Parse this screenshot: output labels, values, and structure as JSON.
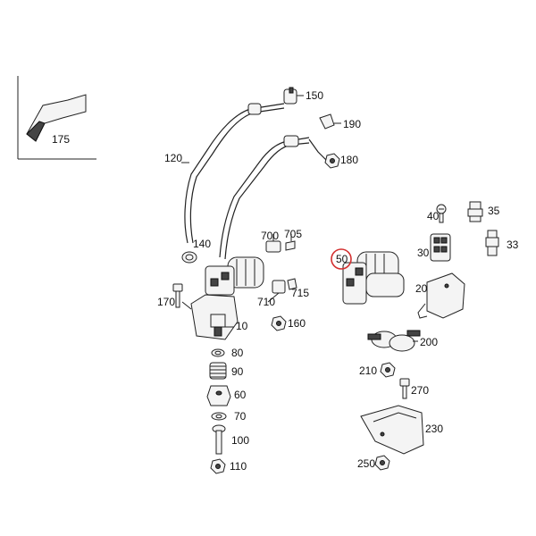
{
  "labels": {
    "p10": "10",
    "p20": "20",
    "p30": "30",
    "p33": "33",
    "p35": "35",
    "p40": "40",
    "p50": "50",
    "p60": "60",
    "p70": "70",
    "p80": "80",
    "p90": "90",
    "p100": "100",
    "p110": "110",
    "p120": "120",
    "p140": "140",
    "p150": "150",
    "p160": "160",
    "p170": "170",
    "p175": "175",
    "p180": "180",
    "p190": "190",
    "p200": "200",
    "p210": "210",
    "p230": "230",
    "p250": "250",
    "p270": "270",
    "p700": "700",
    "p705": "705",
    "p710": "710",
    "p715": "715"
  },
  "highlight_color": "#d32f2f"
}
